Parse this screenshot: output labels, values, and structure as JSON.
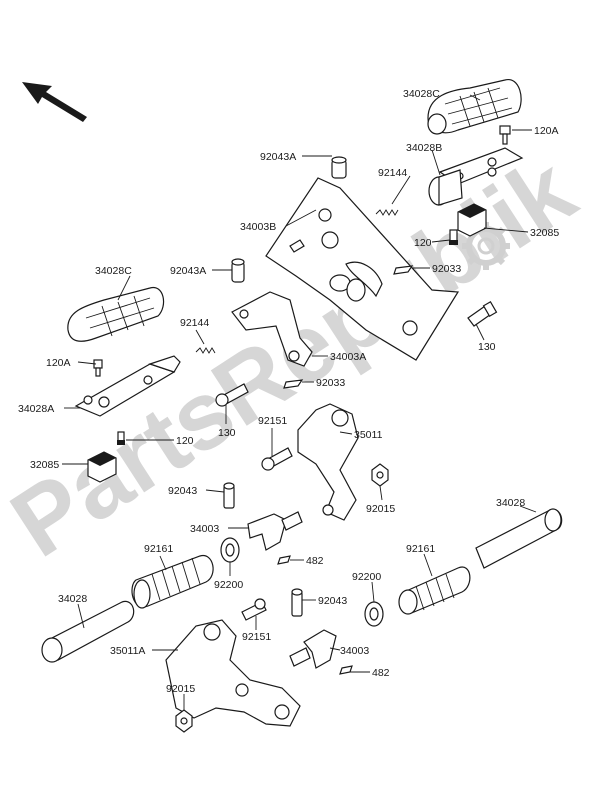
{
  "watermark": {
    "text": "PartsRepublik"
  },
  "labels": {
    "l_34028C_top": "34028C",
    "l_120A_top": "120A",
    "l_92043A_top": "92043A",
    "l_34028B": "34028B",
    "l_92144_top": "92144",
    "l_34003B": "34003B",
    "l_120_top": "120",
    "l_32085_top": "32085",
    "l_92033_top": "92033",
    "l_34028C_left": "34028C",
    "l_92043A_mid": "92043A",
    "l_92144_mid": "92144",
    "l_34003A": "34003A",
    "l_120A_left": "120A",
    "l_92033_mid": "92033",
    "l_130_right": "130",
    "l_34028A": "34028A",
    "l_130_mid": "130",
    "l_120_left": "120",
    "l_92151_top": "92151",
    "l_35011": "35011",
    "l_32085_left": "32085",
    "l_92043_mid": "92043",
    "l_92015_right": "92015",
    "l_34028_right": "34028",
    "l_34003_mid": "34003",
    "l_482_mid": "482",
    "l_92161_left": "92161",
    "l_92200_left": "92200",
    "l_92161_right": "92161",
    "l_92200_right": "92200",
    "l_34028_left": "34028",
    "l_92043_low": "92043",
    "l_92151_low": "92151",
    "l_35011A": "35011A",
    "l_34003_low": "34003",
    "l_482_low": "482",
    "l_92015_low": "92015"
  }
}
